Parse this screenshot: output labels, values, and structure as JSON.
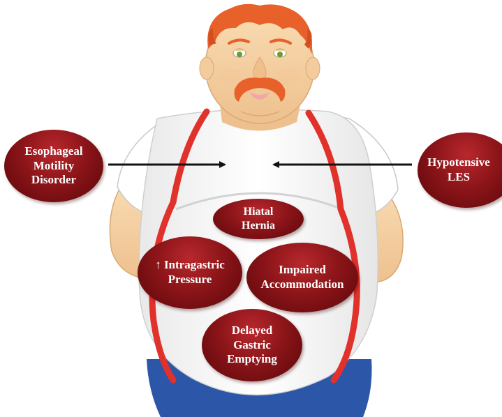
{
  "nodes": {
    "esophageal_motility": "Esophageal\nMotility\nDisorder",
    "hypotensive_les": "Hypotensive\nLES",
    "hiatal_hernia": "Hiatal\nHernia",
    "intragastric_pressure": "↑ Intragastric\nPressure",
    "impaired_accommodation": "Impaired\nAccommodation",
    "delayed_gastric_emptying": "Delayed\nGastric\nEmptying"
  },
  "colors": {
    "node_fill": "#8c1519",
    "node_text": "#ffffff",
    "skin": "#f6d4a6",
    "hair": "#e8602a",
    "shirt": "#fbfbfb",
    "suspenders": "#e0312b",
    "pants": "#2c56a8",
    "arrow": "#111111"
  }
}
